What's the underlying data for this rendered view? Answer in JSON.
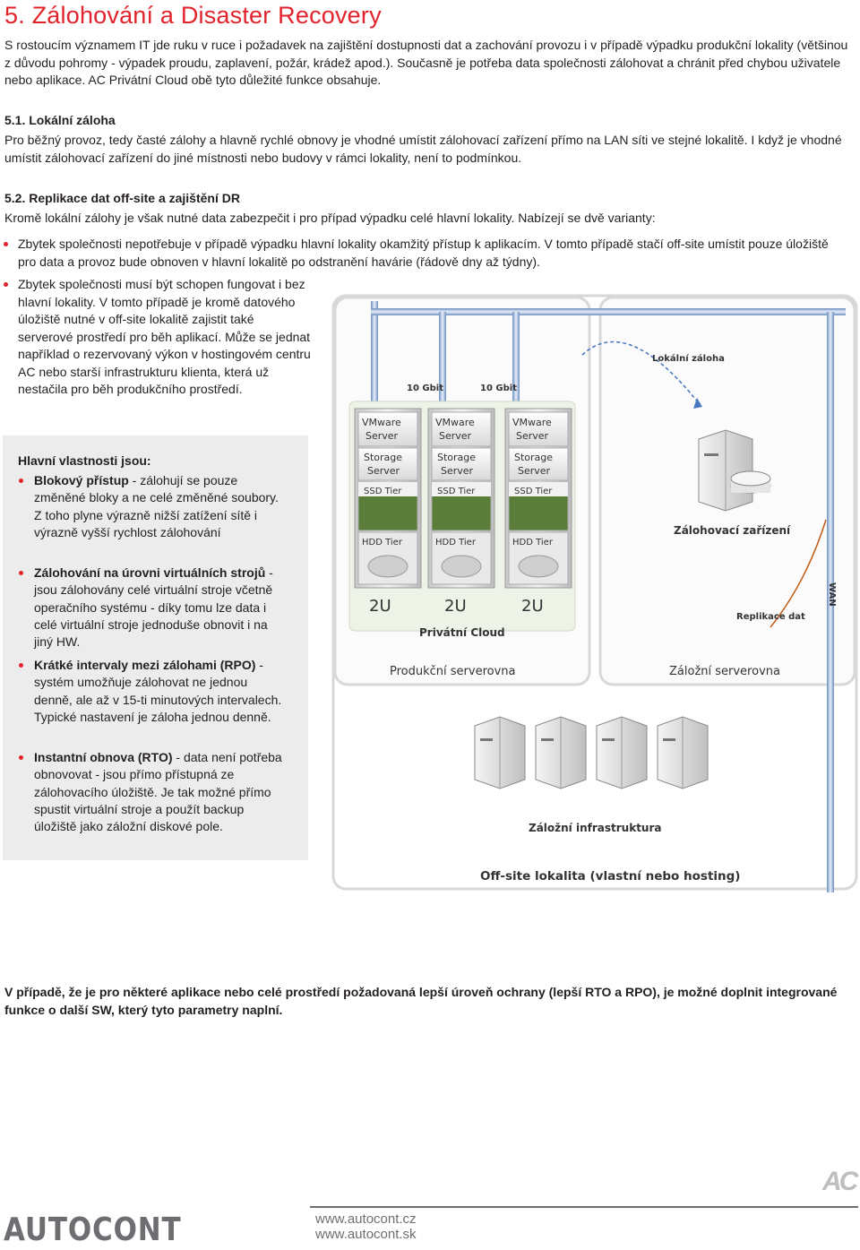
{
  "heading": "5. Zálohování a Disaster Recovery",
  "intro": "S rostoucím významem IT jde ruku v ruce i požadavek na zajištění dostupnosti dat a zachování provozu i v případě výpadku produkční lokality (většinou z důvodu pohromy - výpadek proudu, zaplavení, požár, krádež apod.). Současně je potřeba data společnosti zálohovat a chránit před chybou uživatele nebo aplikace. AC Privátní Cloud obě tyto důležité funkce obsahuje.",
  "section1": {
    "title": "5.1. Lokální záloha",
    "text": "Pro běžný provoz, tedy časté zálohy a hlavně rychlé obnovy je vhodné umístit zálohovací zařízení přímo na LAN síti ve stejné lokalitě. I když je vhodné umístit zálohovací zařízení do jiné místnosti nebo budovy v rámci lokality, není to podmínkou."
  },
  "section2": {
    "title": "5.2. Replikace dat off-site a zajištění DR",
    "text": "Kromě lokální zálohy je však nutné data zabezpečit i pro případ výpadku celé hlavní lokality. Nabízejí se dvě varianty:",
    "bullet1": "Zbytek společnosti nepotřebuje v případě výpadku hlavní lokality okamžitý přístup k aplikacím. V tomto případě stačí off-site umístit pouze úložiště pro data a provoz bude obnoven v hlavní lokalitě po odstranění havárie (řádově dny až týdny).",
    "bullet2": "Zbytek společnosti musí být schopen fungovat i bez hlavní lokality. V tomto případě je kromě datového úložiště nutné v off-site lokalitě zajistit také serverové prostředí pro běh aplikací. Může se jednat například o rezervovaný výkon v hostingovém centru AC nebo starší infrastrukturu klienta, která už nestačila pro běh produkčního prostředí."
  },
  "features": {
    "title": "Hlavní vlastnosti jsou:",
    "items": [
      {
        "bold": "Blokový přístup",
        "text": " - zálohují se pouze změněné bloky a ne celé změněné soubory. Z toho plyne výrazně nižší zatížení sítě i výrazně vyšší rychlost zálohování"
      },
      {
        "bold": "Zálohování na úrovni virtuálních strojů",
        "text": " - jsou zálohovány celé virtuální stroje včetně operačního systému - díky tomu lze data i celé virtuální stroje jednoduše obnovit i na jiný HW."
      },
      {
        "bold": "Krátké intervaly mezi zálohami (RPO)",
        "text": " - systém umožňuje zálohovat ne jednou denně, ale až v 15-ti minutových intervalech. Typické nastavení je záloha jednou denně."
      },
      {
        "bold": "Instantní obnova (RTO)",
        "text": " - data není potřeba obnovovat - jsou přímo přístupná ze zálohovacího úložiště. Je tak možné přímo spustit virtuální stroje a použít backup úložiště jako záložní diskové pole."
      }
    ]
  },
  "diagram": {
    "link1": "10 Gbit",
    "link2": "10 Gbit",
    "local_backup": "Lokální záloha",
    "servers": [
      {
        "vm": [
          "VMware",
          "Server"
        ],
        "storage": [
          "Storage",
          "Server"
        ],
        "ssd": "SSD Tier",
        "hdd": "HDD Tier",
        "size": "2U"
      },
      {
        "vm": [
          "VMware",
          "Server"
        ],
        "storage": [
          "Storage",
          "Server"
        ],
        "ssd": "SSD Tier",
        "hdd": "HDD Tier",
        "size": "2U"
      },
      {
        "vm": [
          "VMware",
          "Server"
        ],
        "storage": [
          "Storage",
          "Server"
        ],
        "ssd": "SSD Tier",
        "hdd": "HDD Tier",
        "size": "2U"
      }
    ],
    "private_cloud": "Privátní Cloud",
    "backup_device": "Zálohovací zařízení",
    "wan": "WAN",
    "replication": "Replikace dat",
    "production_room": "Produkční serverovna",
    "backup_room": "Záložní serverovna",
    "backup_infra": "Záložní infrastruktura",
    "offsite": "Off-site lokalita (vlastní nebo hosting)"
  },
  "conclusion": "V případě, že je pro některé aplikace nebo celé prostředí požadovaná lepší úroveň ochrany (lepší RTO a RPO), je možné doplnit integrované funkce o další SW, který tyto parametry naplní.",
  "footer": {
    "logo": "AUTOCONT",
    "mark": "AC",
    "url1": "www.autocont.cz",
    "url2": "www.autocont.sk"
  }
}
